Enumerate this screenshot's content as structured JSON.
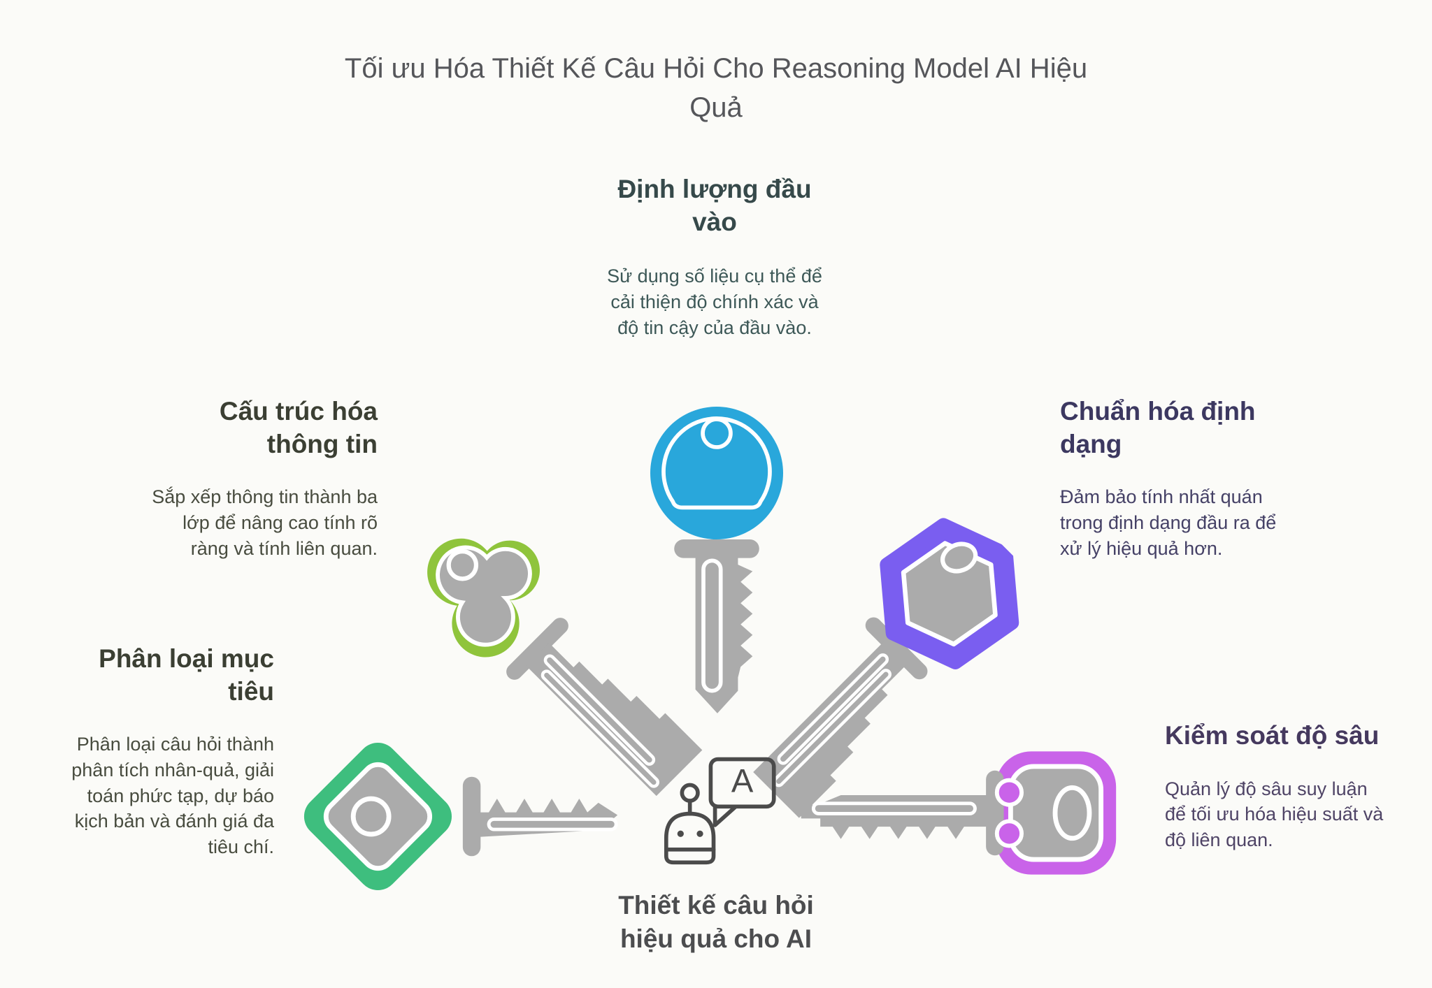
{
  "title": "Tối ưu Hóa Thiết Kế Câu Hỏi Cho Reasoning Model AI Hiệu Quả",
  "sections": {
    "top": {
      "heading": "Định lượng đầu vào",
      "body": "Sử dụng số liệu cụ thể để cải thiện độ chính xác và độ tin cậy của đầu vào.",
      "key_color": "#29A7DB",
      "key_head": "circle",
      "heading_color": "#36494A",
      "body_color": "#3D5857"
    },
    "upper_left": {
      "heading": "Cấu trúc hóa thông tin",
      "body": "Sắp xếp thông tin thành ba lớp để nâng cao tính rõ ràng và tính liên quan.",
      "key_color": "#8FC43C",
      "key_head": "clover",
      "heading_color": "#3B3F33",
      "body_color": "#484C3F"
    },
    "upper_right": {
      "heading": "Chuẩn hóa định dạng",
      "body": "Đảm bảo tính nhất quán trong định dạng đầu ra để xử lý hiệu quả hơn.",
      "key_color": "#7A5EF0",
      "key_head": "hexagon",
      "heading_color": "#3C3860",
      "body_color": "#454166"
    },
    "lower_left": {
      "heading": "Phân loại mục tiêu",
      "body": "Phân loại câu hỏi thành phân tích nhân-quả, giải toán phức tạp, dự báo kịch bản và đánh giá đa tiêu chí.",
      "key_color": "#3EBE7E",
      "key_head": "diamond",
      "heading_color": "#3B3F33",
      "body_color": "#484C3F"
    },
    "lower_right": {
      "heading": "Kiểm soát độ sâu",
      "body": "Quản lý độ sâu suy luận để tối ưu hóa hiệu suất và độ liên quan.",
      "key_color": "#C963E9",
      "key_head": "rounded-square",
      "heading_color": "#45395E",
      "body_color": "#4F4466"
    }
  },
  "center": {
    "label": "Thiết kế câu hỏi hiệu quả cho AI",
    "icon": "robot-chat-icon",
    "bubble_letter": "A",
    "label_color": "#4C4D4F"
  },
  "colors": {
    "background": "#FBFBF8",
    "title": "#55565A",
    "robot": "#4B4B4B",
    "key_gray": "#ABABAB",
    "outline_white": "#FFFFFF"
  }
}
